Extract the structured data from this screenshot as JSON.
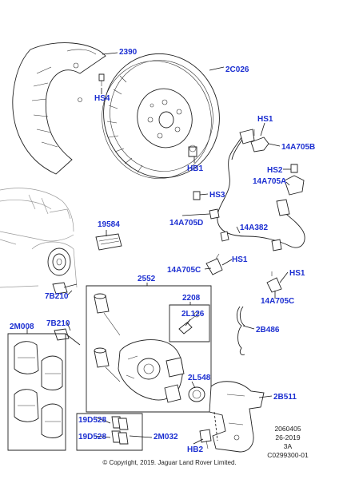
{
  "callouts": {
    "c2390": "2390",
    "c2C026": "2C026",
    "cHS4": "HS4",
    "cHS1a": "HS1",
    "c14A705B": "14A705B",
    "cHB1": "HB1",
    "cHS2": "HS2",
    "c14A705A": "14A705A",
    "cHS3": "HS3",
    "c14A705D": "14A705D",
    "c19584": "19584",
    "c14A382": "14A382",
    "c14A705C_1": "14A705C",
    "cHS1b": "HS1",
    "cHS1c": "HS1",
    "c2552": "2552",
    "c7B210a": "7B210",
    "c2208": "2208",
    "c2L126": "2L126",
    "c14A705C_2": "14A705C",
    "c2M008": "2M008",
    "c7B210b": "7B210",
    "c2B486": "2B486",
    "c2L548": "2L548",
    "c2B511": "2B511",
    "c19D528a": "19D528",
    "c19D528b": "19D528",
    "c2M032": "2M032",
    "cHB2": "HB2"
  },
  "meta": {
    "ref1": "2060405",
    "ref2": "26-2019",
    "ref3": "3A",
    "ref4": "C0299300-01"
  },
  "copyright": "© Copyright, 2019. Jaguar Land Rover Limited.",
  "colors": {
    "callout": "#1c2fd1",
    "line": "#222222"
  }
}
